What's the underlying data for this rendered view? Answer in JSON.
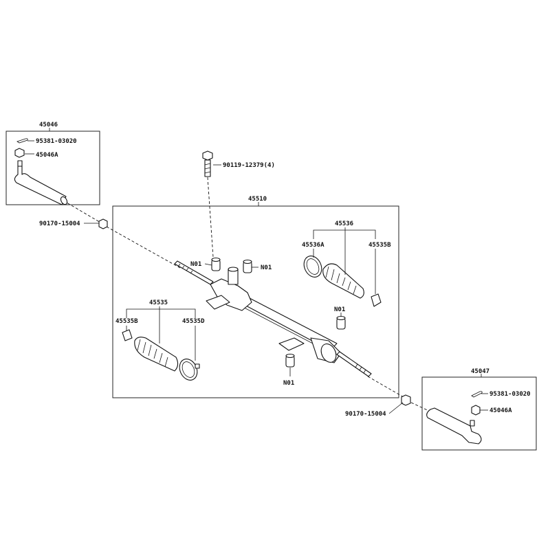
{
  "main_assembly": {
    "part_no": "45510"
  },
  "left_tie_rod_end": {
    "part_no": "45046",
    "cotter_pin": "95381-03020",
    "nut": "45046A",
    "outer_nut": "90170-15004"
  },
  "right_tie_rod_end": {
    "part_no": "45047",
    "cotter_pin": "95381-03020",
    "nut": "45046A",
    "outer_nut": "90170-15004"
  },
  "mount_bolt": {
    "part_no": "90119-12379(4)"
  },
  "right_boot_set": {
    "part_no": "45536",
    "clamp_a": "45536A",
    "clamp_b": "45535B"
  },
  "left_boot_set": {
    "part_no": "45535",
    "clamp_b": "45535B",
    "clamp_d": "45535D"
  },
  "non_service": {
    "label": "N01"
  }
}
